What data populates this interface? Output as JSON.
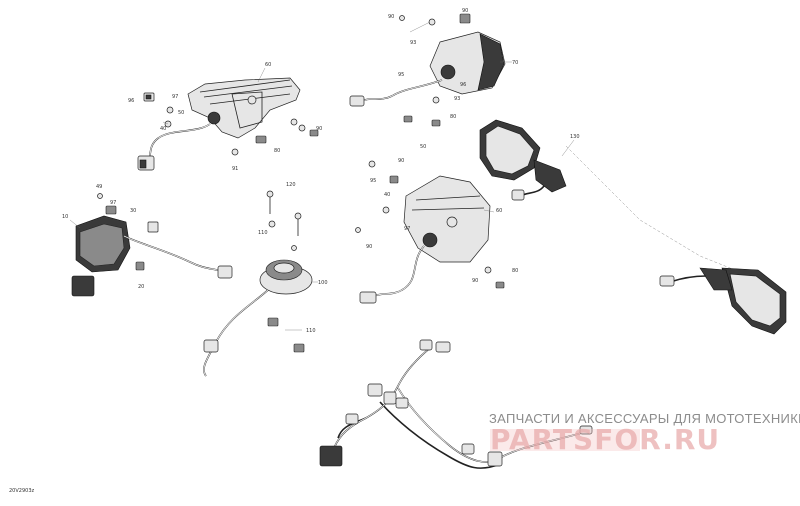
{
  "drawing_code": "20V2903z",
  "watermark": {
    "tagline": "ЗАПЧАСТИ И АКСЕССУАРЫ ДЛЯ МОТОТЕХНИКИ",
    "logo_text": "PARTSFOR.RU"
  },
  "callouts": {
    "tl_60": "60",
    "tl_80": "80",
    "tl_90": "90",
    "tl_96": "96",
    "tl_97": "97",
    "tl_40": "40",
    "tl_50": "50",
    "tl_91": "91",
    "tc_90a": "90",
    "tc_93": "93",
    "tc_90b": "90",
    "tc_70": "70",
    "tc_95": "95",
    "tc_96": "96",
    "tc_93b": "93",
    "tc_80": "80",
    "tc_50": "50",
    "m_90": "90",
    "m_95": "95",
    "m_40": "40",
    "m_60": "60",
    "m_97": "97",
    "m_90b": "90",
    "m_80": "80",
    "m_90c": "90",
    "l_49": "49",
    "l_10": "10",
    "l_97": "97",
    "l_30": "30",
    "l_20": "20",
    "c_120": "120",
    "c_110": "110",
    "c_100": "100",
    "c_110b": "110",
    "r_130": "130"
  }
}
